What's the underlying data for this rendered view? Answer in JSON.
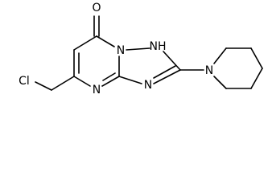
{
  "atoms": {
    "oxygen": "O",
    "chlorine": "Cl",
    "nh": "NH",
    "n_bridge": "N",
    "n_lower": "N",
    "n_right": "N",
    "n_piperidine": "N"
  },
  "colors": {
    "bond": "#000000",
    "background": "#ffffff"
  }
}
